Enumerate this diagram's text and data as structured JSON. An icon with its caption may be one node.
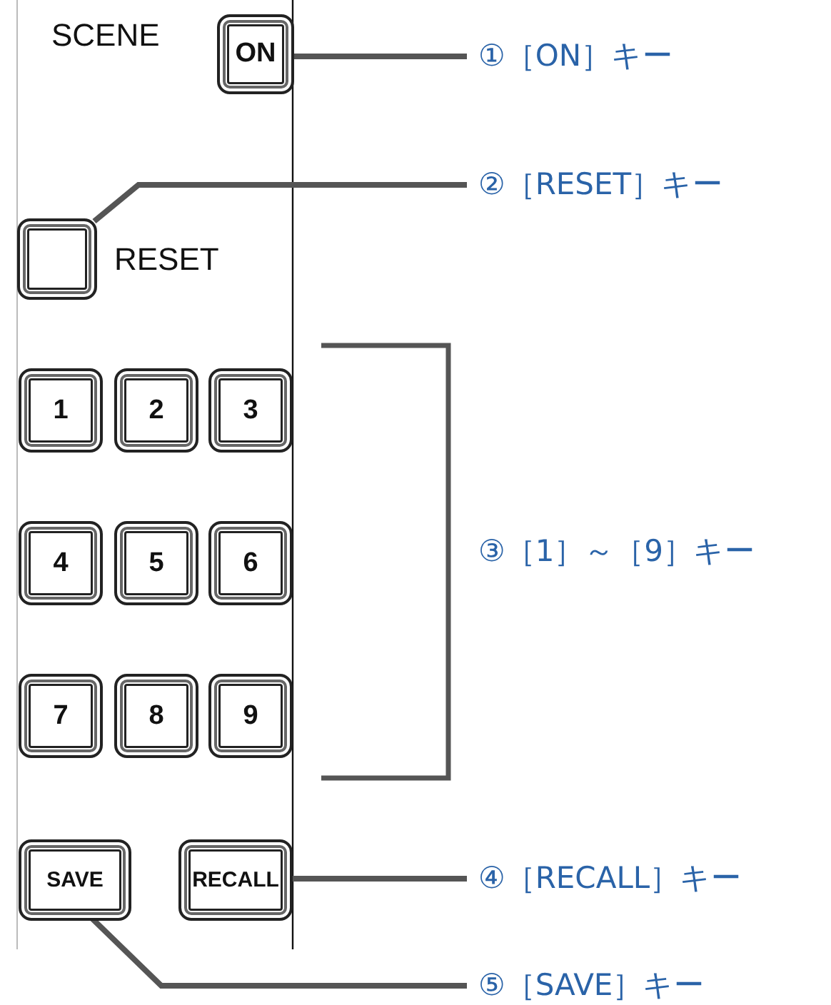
{
  "diagram": {
    "nodes": [
      {
        "text": [
          "ON"
        ]
      },
      {
        "text": [
          "①［ON］キー"
        ]
      },
      {
        "text": [],
        "shape": "box",
        "beside": [
          "RESET"
        ]
      },
      {
        "text": [
          "②［RESET］キー"
        ]
      },
      {
        "text": [
          "1"
        ]
      },
      {
        "text": [
          "2"
        ]
      },
      {
        "text": [
          "3"
        ]
      },
      {
        "text": [
          "4"
        ]
      },
      {
        "text": [
          "5"
        ]
      },
      {
        "text": [
          "6"
        ]
      },
      {
        "text": [
          "7"
        ]
      },
      {
        "text": [
          "8"
        ]
      },
      {
        "text": [
          "9"
        ]
      },
      {
        "text": [
          "③［1］～［9］キー"
        ]
      },
      {
        "text": [
          "SAVE"
        ]
      },
      {
        "text": [
          "RECALL"
        ]
      },
      {
        "text": [
          "④［RECALL］キー"
        ]
      },
      {
        "text": [
          "⑤［SAVE］キー"
        ]
      }
    ],
    "edges": [
      {
        "from": 1,
        "to": 0,
        "arrow": "none"
      },
      {
        "from": 3,
        "to": 2,
        "arrow": "none"
      },
      {
        "from": 16,
        "to": 15,
        "arrow": "none"
      },
      {
        "from": 17,
        "to": 14,
        "arrow": "none"
      }
    ],
    "labels": [
      "SCENE"
    ]
  }
}
